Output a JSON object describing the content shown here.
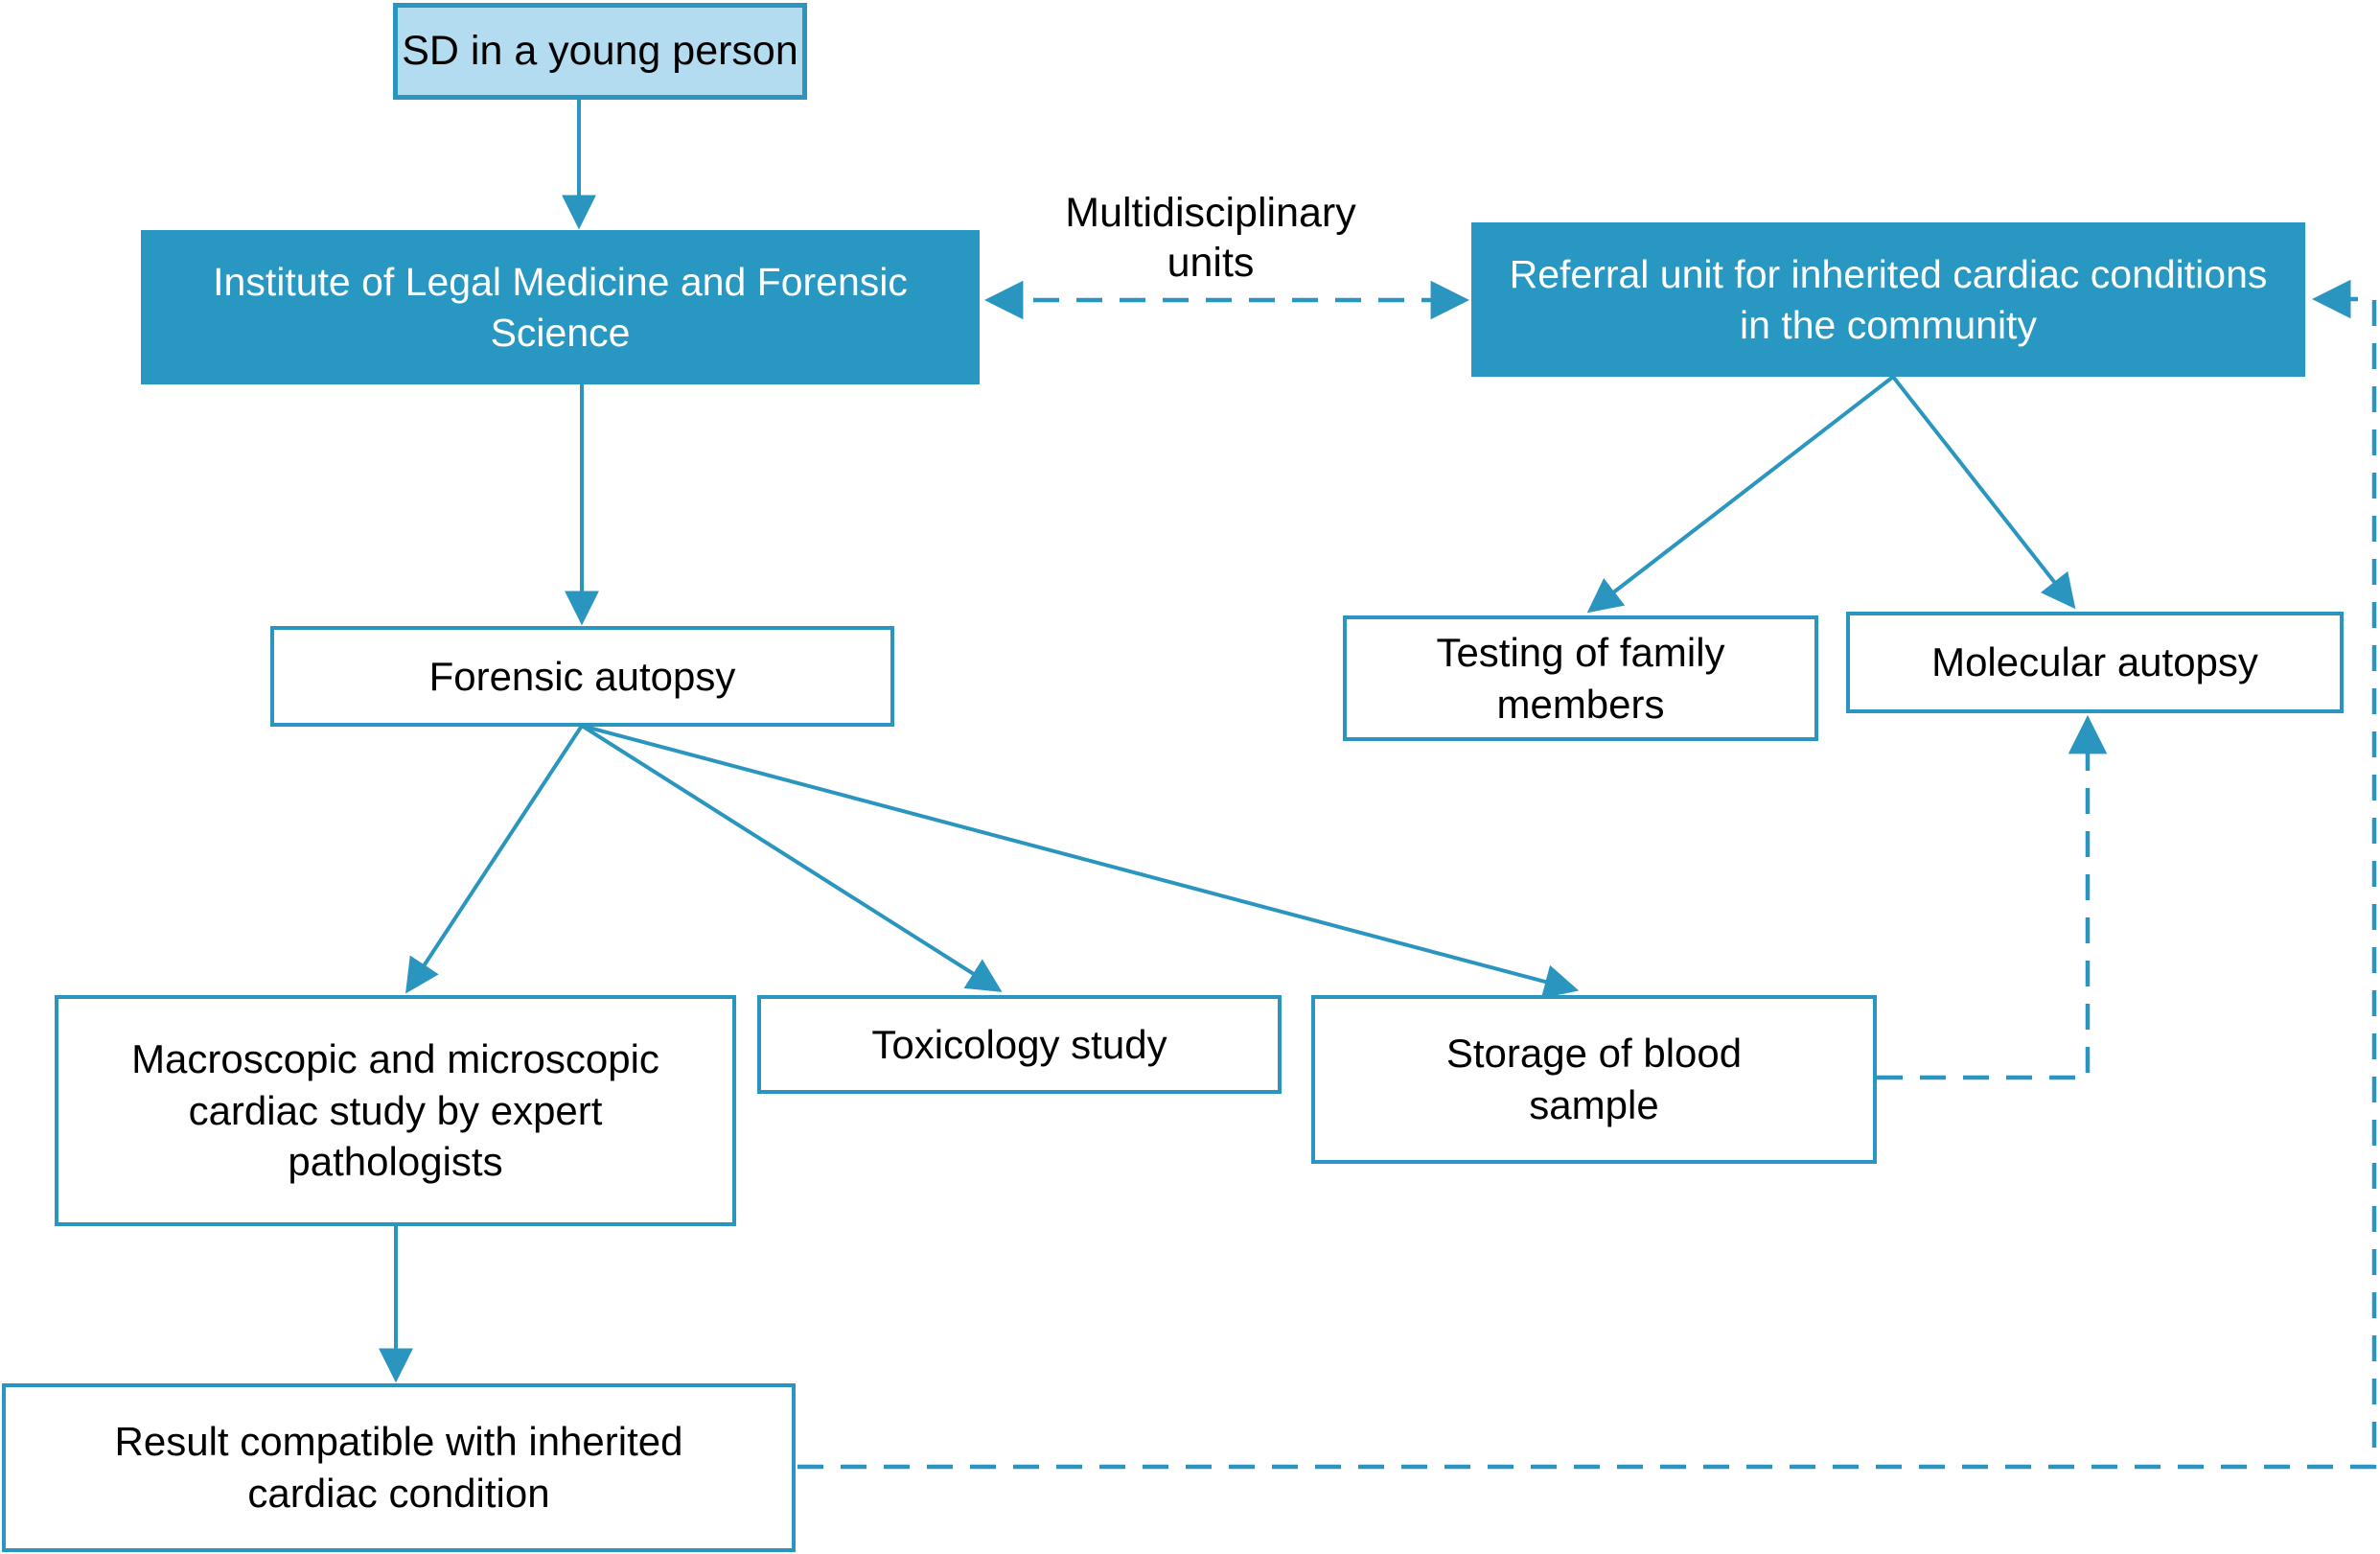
{
  "colors": {
    "accent": "#2a96c0",
    "filled_box_fill": "#2898c3",
    "light_box_fill": "#b3dcf0",
    "text_dark": "#000000",
    "text_light": "#ffffff",
    "background": "#ffffff"
  },
  "nodes": {
    "sd": {
      "label": "SD in a young person",
      "type": "light"
    },
    "institute": {
      "label": "Institute of Legal Medicine and Forensic Science",
      "type": "filled"
    },
    "referral": {
      "label": "Referral unit for inherited cardiac conditions in the community",
      "type": "filled"
    },
    "forensic": {
      "label": "Forensic autopsy",
      "type": "outline"
    },
    "testing": {
      "label": "Testing of family members",
      "type": "outline"
    },
    "molecular": {
      "label": "Molecular autopsy",
      "type": "outline"
    },
    "macroscopic": {
      "label": "Macroscopic and microscopic cardiac study by expert pathologists",
      "type": "outline"
    },
    "toxicology": {
      "label": "Toxicology study",
      "type": "outline"
    },
    "storage": {
      "label": "Storage of blood sample",
      "type": "outline"
    },
    "result": {
      "label": "Result compatible with inherited cardiac condition",
      "type": "outline"
    }
  },
  "edge_labels": {
    "multidisciplinary": "Multidisciplinary units"
  },
  "edges": [
    {
      "from": "sd",
      "to": "institute",
      "style": "solid"
    },
    {
      "from": "institute",
      "to": "referral",
      "style": "dashed",
      "bidirectional": true,
      "label": "Multidisciplinary units"
    },
    {
      "from": "institute",
      "to": "forensic",
      "style": "solid"
    },
    {
      "from": "referral",
      "to": "testing",
      "style": "solid"
    },
    {
      "from": "referral",
      "to": "molecular",
      "style": "solid"
    },
    {
      "from": "forensic",
      "to": "macroscopic",
      "style": "solid"
    },
    {
      "from": "forensic",
      "to": "toxicology",
      "style": "solid"
    },
    {
      "from": "forensic",
      "to": "storage",
      "style": "solid"
    },
    {
      "from": "macroscopic",
      "to": "result",
      "style": "solid"
    },
    {
      "from": "storage",
      "to": "molecular",
      "style": "dashed"
    },
    {
      "from": "result",
      "to": "referral",
      "style": "dashed"
    }
  ]
}
